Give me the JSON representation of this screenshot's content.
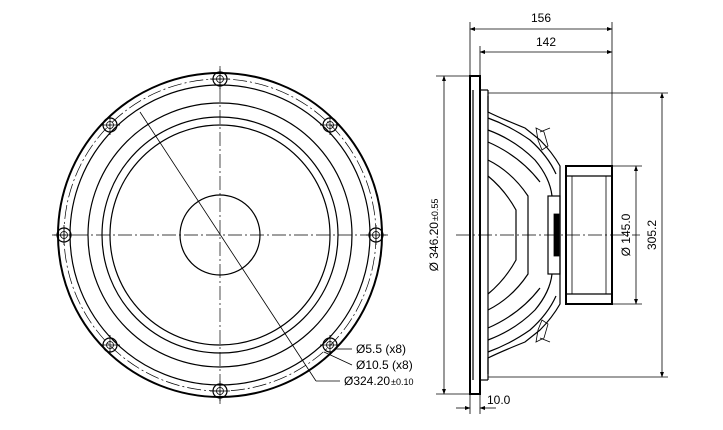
{
  "dimensions": {
    "overall_depth": "156",
    "frame_depth": "142",
    "flange_thickness": "10.0",
    "outer_diameter": "Ø 346.20",
    "outer_diameter_tol": "±0.55",
    "baffle_cutout": "305.2",
    "magnet_diameter": "Ø 145.0",
    "mount_hole_small": "Ø5.5 (x8)",
    "mount_hole_large": "Ø10.5 (x8)",
    "bolt_circle": "Ø324.20",
    "bolt_circle_tol": "±0.10"
  },
  "colors": {
    "line": "#000000",
    "background": "#ffffff"
  }
}
